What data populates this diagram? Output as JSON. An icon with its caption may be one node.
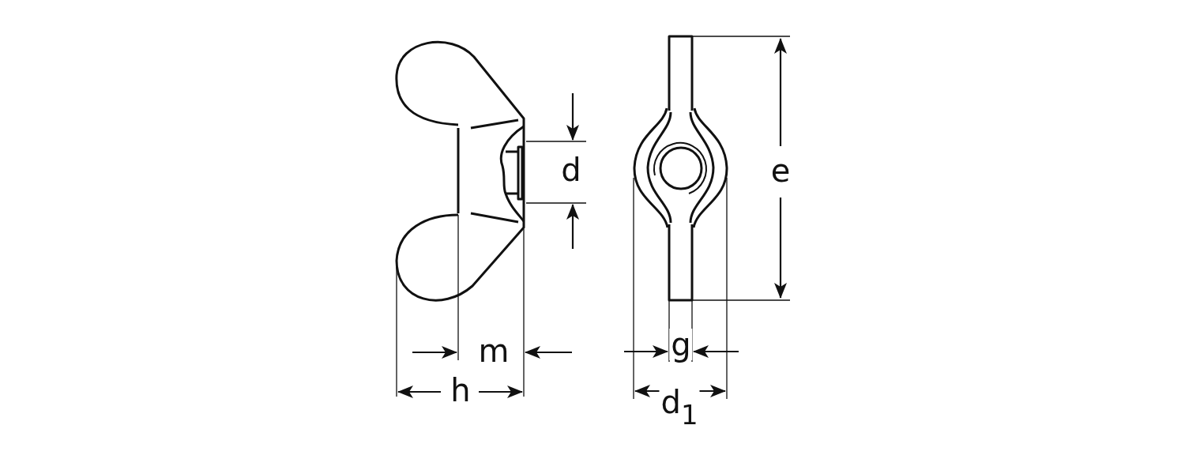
{
  "diagram": {
    "labels": [
      "d",
      "e",
      "m",
      "g",
      "h",
      "d$_{1}$"
    ]
  }
}
